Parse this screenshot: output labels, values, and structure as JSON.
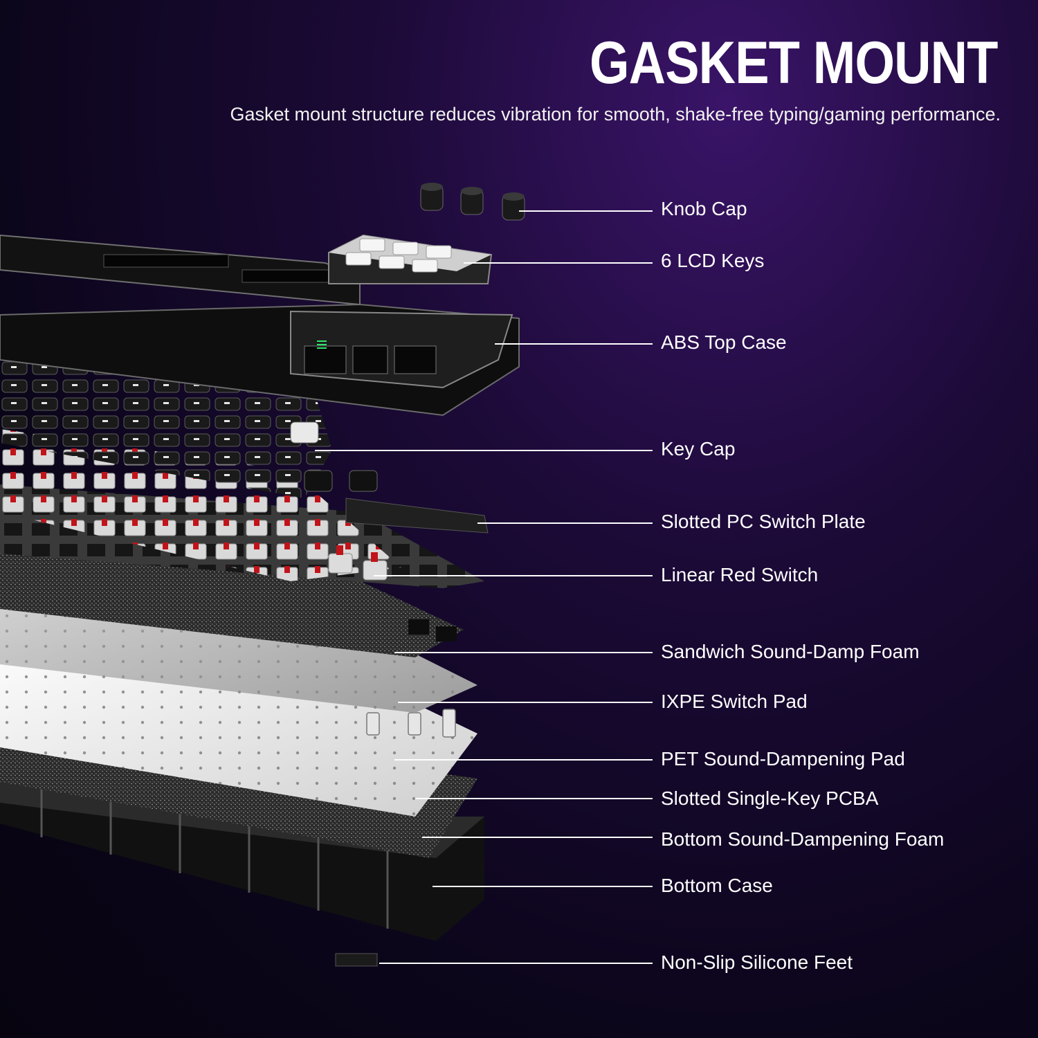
{
  "header": {
    "title": "GASKET MOUNT",
    "subtitle": "Gasket mount structure reduces vibration for smooth, shake-free typing/gaming performance."
  },
  "layers": [
    {
      "id": "knob-cap",
      "label": "Knob Cap"
    },
    {
      "id": "lcd-keys",
      "label": "6 LCD Keys"
    },
    {
      "id": "top-case",
      "label": "ABS Top Case"
    },
    {
      "id": "key-cap",
      "label": "Key Cap"
    },
    {
      "id": "switch-plate",
      "label": "Slotted PC Switch Plate"
    },
    {
      "id": "red-switch",
      "label": "Linear Red Switch"
    },
    {
      "id": "sandwich-foam",
      "label": "Sandwich Sound-Damp Foam"
    },
    {
      "id": "ixpe-pad",
      "label": "IXPE Switch Pad"
    },
    {
      "id": "pet-pad",
      "label": "PET Sound-Dampening Pad"
    },
    {
      "id": "pcba",
      "label": "Slotted Single-Key PCBA"
    },
    {
      "id": "bottom-foam",
      "label": "Bottom Sound-Dampening Foam"
    },
    {
      "id": "bottom-case",
      "label": "Bottom Case"
    },
    {
      "id": "silicone-feet",
      "label": "Non-Slip Silicone Feet"
    }
  ]
}
